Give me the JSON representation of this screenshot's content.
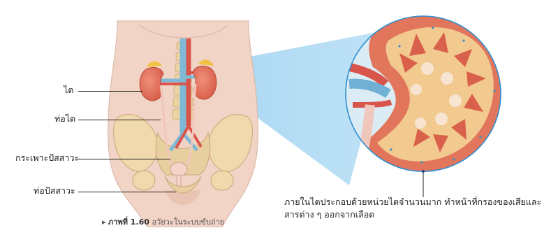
{
  "labels": {
    "kidney": "ไต",
    "ureter": "ท่อไต",
    "bladder": "กระเพาะปัสสาวะ",
    "urethra": "ท่อปัสสาวะ"
  },
  "description": {
    "line1": "ภายในไตประกอบด้วยหน่วยไตจำนวนมาก ทำหน้าที่กรองของเสียและ",
    "line2": "สารต่าง ๆ ออกจากเลือด"
  },
  "caption": {
    "number": "ภาพที่ 1.60",
    "text": "อวัยวะในระบบขับถ่าย"
  },
  "colors": {
    "skin": "#f1d4c6",
    "kidney": "#e06a55",
    "artery": "#d9544a",
    "vein": "#7fb9d6",
    "bone": "#efd9ad",
    "zoom_beam": "#9fd2f0",
    "circle_border": "#2f8ed0"
  }
}
